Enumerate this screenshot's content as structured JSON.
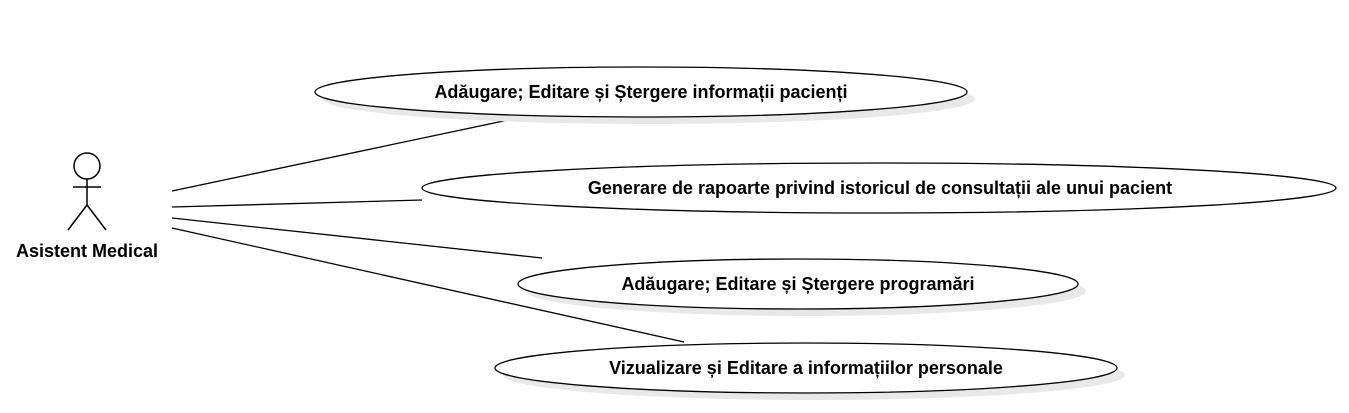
{
  "diagram": {
    "actor": {
      "label": "Asistent Medical"
    },
    "use_cases": [
      {
        "label": "Adăugare; Editare și Ștergere informații pacienți"
      },
      {
        "label": "Generare de rapoarte privind istoricul de consultații ale unui pacient"
      },
      {
        "label": "Adăugare; Editare și Ștergere programări"
      },
      {
        "label": "Vizualizare și Editare a informațiilor personale"
      }
    ],
    "colors": {
      "stroke": "#000000",
      "fill": "#ffffff",
      "shadow": "#e8e8e8"
    }
  }
}
